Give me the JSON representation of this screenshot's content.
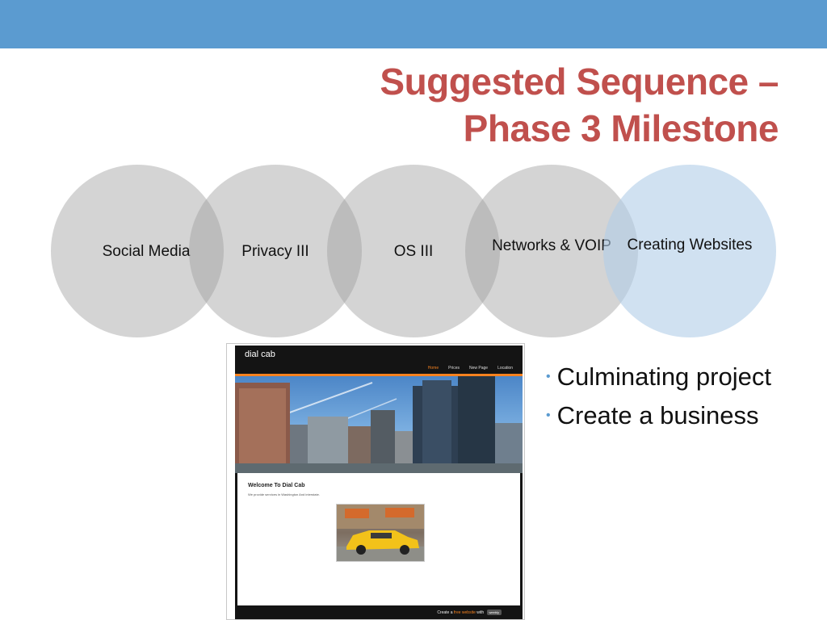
{
  "slide": {
    "title_line1": "Suggested Sequence –",
    "title_line2": "Phase 3 Milestone"
  },
  "sequence": [
    {
      "label": "Social Media"
    },
    {
      "label": "Privacy III"
    },
    {
      "label": "OS III"
    },
    {
      "label": "Networks & VOIP"
    },
    {
      "label": "Creating Websites"
    }
  ],
  "website_screenshot": {
    "brand": "dial cab",
    "nav": [
      "Home",
      "Prices",
      "New Page",
      "Location"
    ],
    "welcome_heading": "Welcome To Dial Cab",
    "services_text": "We provide services in Washington And interstate.",
    "footer_prefix": "Create a",
    "footer_free": "free website",
    "footer_with": "with",
    "footer_badge": "weebly"
  },
  "bullets": [
    "Culminating project",
    "Create a business"
  ],
  "colors": {
    "top_band": "#5b9bd0",
    "title": "#c0504d",
    "circle_grey": "#a0a0a0",
    "circle_highlight": "#b0cde8",
    "site_accent": "#f6821f"
  }
}
